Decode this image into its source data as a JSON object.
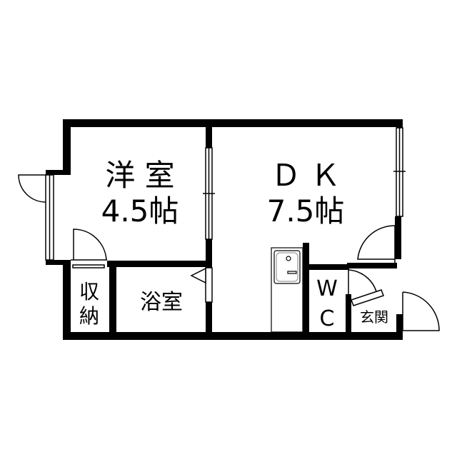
{
  "rooms": {
    "western_room": {
      "name": "洋 室",
      "size": "4.5帖"
    },
    "dining_kitchen": {
      "name": "Ｄ Ｋ",
      "size": "7.5帖"
    },
    "storage": {
      "line1": "収",
      "line2": "納"
    },
    "bathroom": {
      "name": "浴室"
    },
    "toilet": {
      "line1": "W",
      "line2": "C"
    },
    "entrance": {
      "name": "玄関"
    }
  },
  "colors": {
    "wall": "#000000",
    "background": "#ffffff",
    "line": "#000000",
    "fixture": "#9a9a9a"
  }
}
